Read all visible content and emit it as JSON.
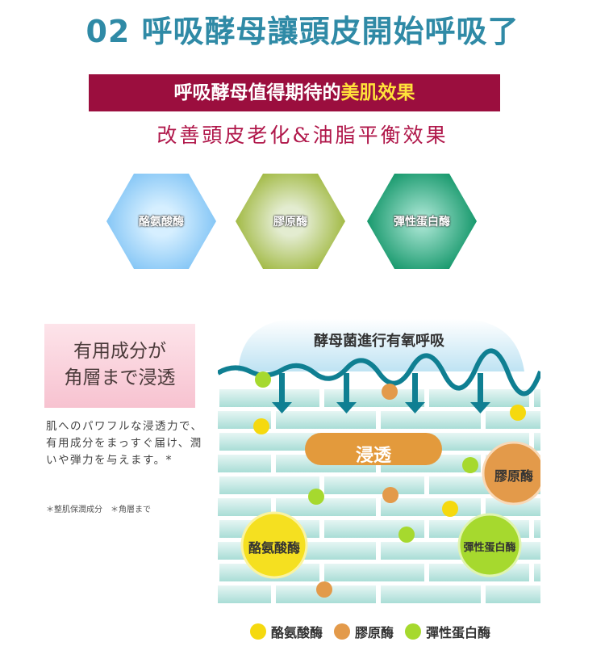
{
  "title": "02 呼吸酵母讓頭皮開始呼吸了",
  "banner": {
    "text": "呼吸酵母值得期待的",
    "highlight": "美肌效果"
  },
  "subtitle": "改善頭皮老化&油脂平衡效果",
  "hexagons": [
    {
      "label": "酪氨酸酶",
      "color": "#7fc3f5"
    },
    {
      "label": "膠原酶",
      "color": "#9db63a"
    },
    {
      "label": "彈性蛋白酶",
      "color": "#0e9466"
    }
  ],
  "left": {
    "box_line1": "有用成分が",
    "box_line2": "角層まで浸透",
    "desc": "肌へのパワフルな浸透力で、有用成分をまっすぐ届け、潤いや弾力を与えます。*",
    "note": "＊整肌保潤成分　＊角層まで"
  },
  "diagram": {
    "header": "酵母菌進行有氧呼吸",
    "penetrate": "浸透",
    "collagenase": "膠原酶",
    "tyrosinase": "酪氨酸酶",
    "elastase": "彈性蛋白酶"
  },
  "legend": [
    {
      "label": "酪氨酸酶",
      "color": "#f5d90f"
    },
    {
      "label": "膠原酶",
      "color": "#e39a4a"
    },
    {
      "label": "彈性蛋白酶",
      "color": "#a6d92e"
    }
  ]
}
